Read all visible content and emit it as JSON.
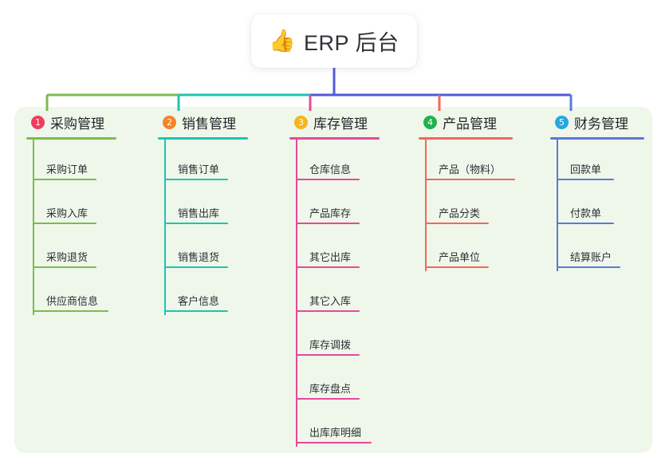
{
  "diagram": {
    "type": "mindmap",
    "background": "#ffffff",
    "panel_color": "#eff7ea",
    "root": {
      "icon": "thumbs-up-icon",
      "emoji": "👍",
      "title": "ERP 后台",
      "connector_color": "#4f5bd5"
    },
    "trunk_segments": [
      {
        "color": "#7dbb4e"
      },
      {
        "color": "#1ec4b0"
      },
      {
        "color": "#4f5bd5"
      }
    ],
    "columns": [
      {
        "number": "1",
        "title": "采购管理",
        "badge_color": "#ef3d5e",
        "line_color": "#7dbb4e",
        "head_rule_width": 113,
        "spine_height": 223,
        "items": [
          {
            "label": "采购订单",
            "rule_width": 80
          },
          {
            "label": "采购入库",
            "rule_width": 80
          },
          {
            "label": "采购退货",
            "rule_width": 80
          },
          {
            "label": "供应商信息",
            "rule_width": 95
          }
        ]
      },
      {
        "number": "2",
        "title": "销售管理",
        "badge_color": "#f5832a",
        "line_color": "#1ec4b0",
        "head_rule_width": 113,
        "spine_height": 223,
        "items": [
          {
            "label": "销售订单",
            "rule_width": 80
          },
          {
            "label": "销售出库",
            "rule_width": 80
          },
          {
            "label": "销售退货",
            "rule_width": 80
          },
          {
            "label": "客户信息",
            "rule_width": 80
          }
        ]
      },
      {
        "number": "3",
        "title": "库存管理",
        "badge_color": "#f5b51b",
        "line_color": "#e8489b",
        "head_rule_width": 113,
        "spine_height": 388,
        "items": [
          {
            "label": "仓库信息",
            "rule_width": 80
          },
          {
            "label": "产品库存",
            "rule_width": 80
          },
          {
            "label": "其它出库",
            "rule_width": 80
          },
          {
            "label": "其它入库",
            "rule_width": 80
          },
          {
            "label": "库存调拨",
            "rule_width": 80
          },
          {
            "label": "库存盘点",
            "rule_width": 80
          },
          {
            "label": "出库库明细",
            "rule_width": 95
          }
        ]
      },
      {
        "number": "4",
        "title": "产品管理",
        "badge_color": "#21b14f",
        "line_color": "#f2675f",
        "head_rule_width": 118,
        "spine_height": 168,
        "items": [
          {
            "label": "产品（物料）",
            "rule_width": 113
          },
          {
            "label": "产品分类",
            "rule_width": 80
          },
          {
            "label": "产品单位",
            "rule_width": 80
          }
        ]
      },
      {
        "number": "5",
        "title": "财务管理",
        "badge_color": "#29a6e0",
        "line_color": "#5b79d6",
        "head_rule_width": 118,
        "spine_height": 168,
        "items": [
          {
            "label": "回款单",
            "rule_width": 72
          },
          {
            "label": "付款单",
            "rule_width": 72
          },
          {
            "label": "结算账户",
            "rule_width": 80
          }
        ]
      }
    ]
  }
}
